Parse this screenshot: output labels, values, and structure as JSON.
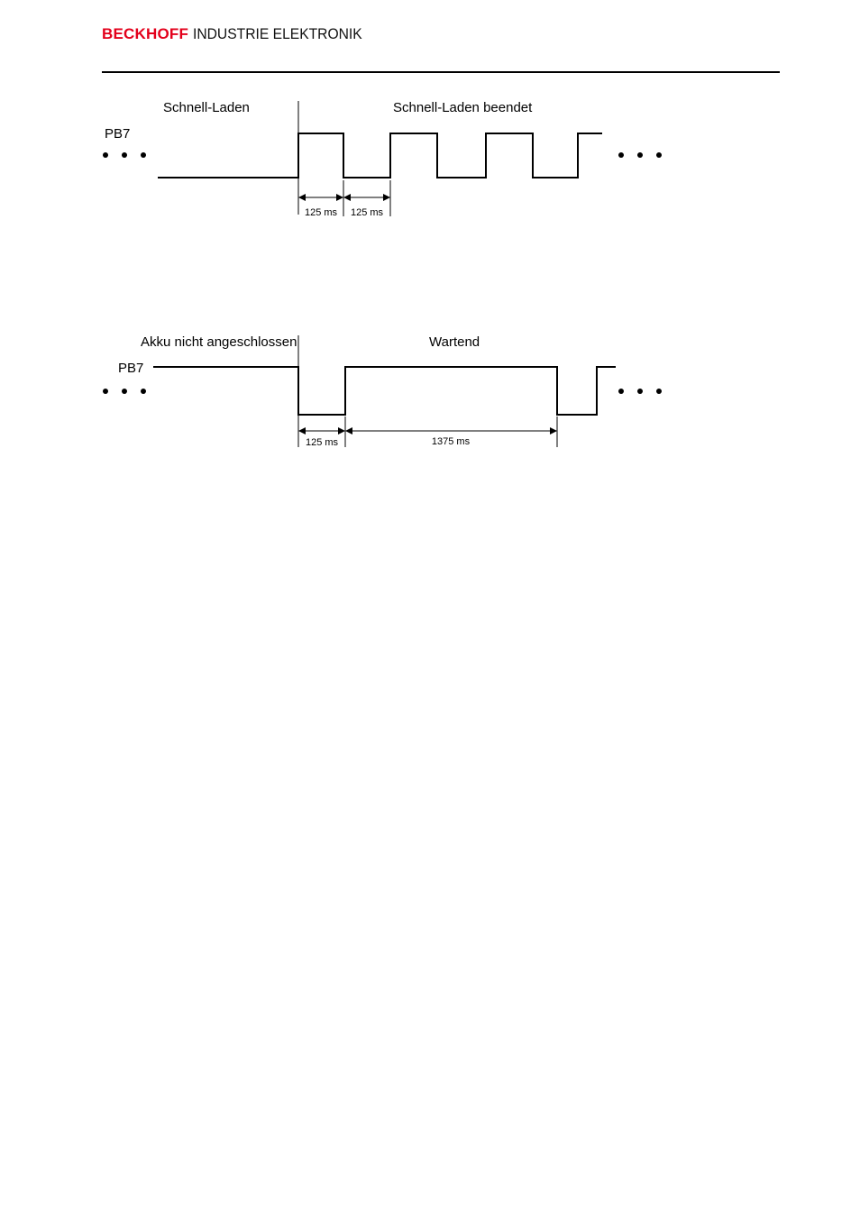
{
  "header": {
    "brand": "BECKHOFF",
    "subtitle": "INDUSTRIE ELEKTRONIK"
  },
  "diagram1": {
    "state_before": "Schnell-Laden",
    "state_after": "Schnell-Laden beendet",
    "signal": "PB7",
    "period_high": "125 ms",
    "period_low": "125 ms"
  },
  "diagram2": {
    "state_before": "Akku nicht angeschlossen",
    "state_after": "Wartend",
    "signal": "PB7",
    "period_low": "125 ms",
    "period_high": "1375 ms"
  }
}
